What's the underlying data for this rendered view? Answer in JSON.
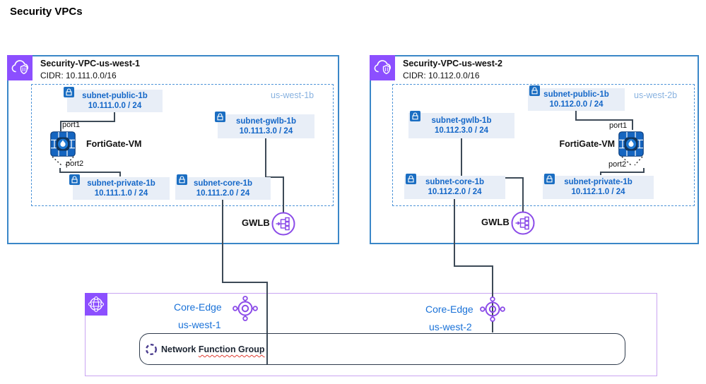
{
  "page_title": "Security VPCs",
  "vpcs": [
    {
      "title": "Security-VPC-us-west-1",
      "cidr": "CIDR: 10.111.0.0/16",
      "az_label": "us-west-1b",
      "gwlb_label": "GWLB",
      "firewall_label": "FortiGate-VM",
      "port1": "port1",
      "port2": "port2",
      "subnets": {
        "public": {
          "name": "subnet-public-1b",
          "cidr": "10.111.0.0 / 24"
        },
        "gwlb": {
          "name": "subnet-gwlb-1b",
          "cidr": "10.111.3.0 / 24"
        },
        "private": {
          "name": "subnet-private-1b",
          "cidr": "10.111.1.0 / 24"
        },
        "core": {
          "name": "subnet-core-1b",
          "cidr": "10.111.2.0 / 24"
        }
      }
    },
    {
      "title": "Security-VPC-us-west-2",
      "cidr": "CIDR: 10.112.0.0/16",
      "az_label": "us-west-2b",
      "gwlb_label": "GWLB",
      "firewall_label": "FortiGate-VM",
      "port1": "port1",
      "port2": "port2",
      "subnets": {
        "public": {
          "name": "subnet-public-1b",
          "cidr": "10.112.0.0 / 24"
        },
        "gwlb": {
          "name": "subnet-gwlb-1b",
          "cidr": "10.112.3.0 / 24"
        },
        "private": {
          "name": "subnet-private-1b",
          "cidr": "10.112.1.0 / 24"
        },
        "core": {
          "name": "subnet-core-1b",
          "cidr": "10.112.2.0 / 24"
        }
      }
    }
  ],
  "core_edge": {
    "nodes": [
      {
        "name": "Core-Edge",
        "region": "us-west-1"
      },
      {
        "name": "Core-Edge",
        "region": "us-west-2"
      }
    ],
    "nfg_word1": "Network",
    "nfg_word2": "Function Group"
  },
  "icons": {
    "vpc": "cloud-shield-icon",
    "subnet": "lock-icon",
    "firewall": "fortigate-icon",
    "gwlb": "gateway-load-balancer-icon",
    "core_edge": "cloud-wan-icon",
    "transit": "transit-gateway-icon",
    "nfg": "dashed-circle-icon"
  },
  "colors": {
    "vpc_border": "#3a87c8",
    "az_dash": "#4d94d8",
    "az_label": "#88b2e0",
    "subnet_bg": "#e8eef7",
    "subnet_text": "#1467c8",
    "lock_bg": "#1b6ec2",
    "aws_purple": "#8c4fff",
    "gwlb_purple": "#8b4be8",
    "edge_border": "#c9a4f2",
    "blue_text": "#1a72d8",
    "connector": "#3d4a57",
    "squiggle": "#e03c31"
  }
}
